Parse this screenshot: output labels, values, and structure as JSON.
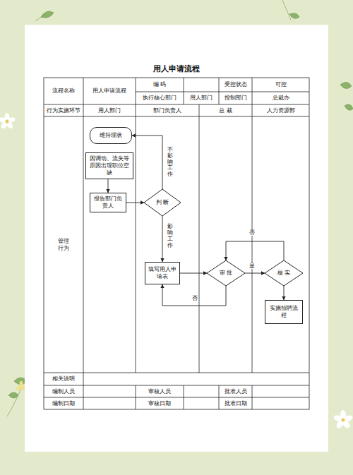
{
  "diagram": {
    "title": "用人申请流程",
    "nodes": [
      {
        "text": [
          "维持现状"
        ]
      },
      {
        "text": [
          "因调动、流失等原因出现职位空缺"
        ]
      },
      {
        "text": [
          "报告部门负责人"
        ]
      },
      {
        "text": [
          "判 断"
        ]
      },
      {
        "text": [
          "填写用人申请表"
        ]
      },
      {
        "text": [
          "审 批"
        ]
      },
      {
        "text": [
          "核 实"
        ]
      },
      {
        "text": [
          "实施招聘流程"
        ]
      }
    ],
    "edges": [
      {
        "from": 1,
        "to": 2,
        "arrow": "to"
      },
      {
        "from": 2,
        "to": 3,
        "arrow": "to"
      },
      {
        "from": 3,
        "to": 0,
        "label": "不影响工作",
        "arrow": "to"
      },
      {
        "from": 3,
        "to": 4,
        "label": "影响工作",
        "arrow": "to"
      },
      {
        "from": 4,
        "to": 5,
        "arrow": "to"
      },
      {
        "from": 5,
        "to": 6,
        "label": "是",
        "arrow": "to"
      },
      {
        "from": 6,
        "to": 5,
        "label": "否",
        "arrow": "to"
      },
      {
        "from": 5,
        "to": 4,
        "label": "否",
        "arrow": "to"
      },
      {
        "from": 6,
        "to": 7,
        "arrow": "to"
      }
    ],
    "labels": [
      "流程名称",
      "用人申请流程",
      "编 码",
      "受控状态",
      "可控",
      "执行核心部门",
      "用人部门",
      "控制部门",
      "总裁办",
      "行为实施环节",
      "用人部门",
      "部门负责人",
      "总 裁",
      "人力资源部",
      "管理 行为",
      "相关说明",
      "编制人员",
      "审核人员",
      "批准人员",
      "编制日期",
      "审核日期",
      "批准日期"
    ]
  }
}
